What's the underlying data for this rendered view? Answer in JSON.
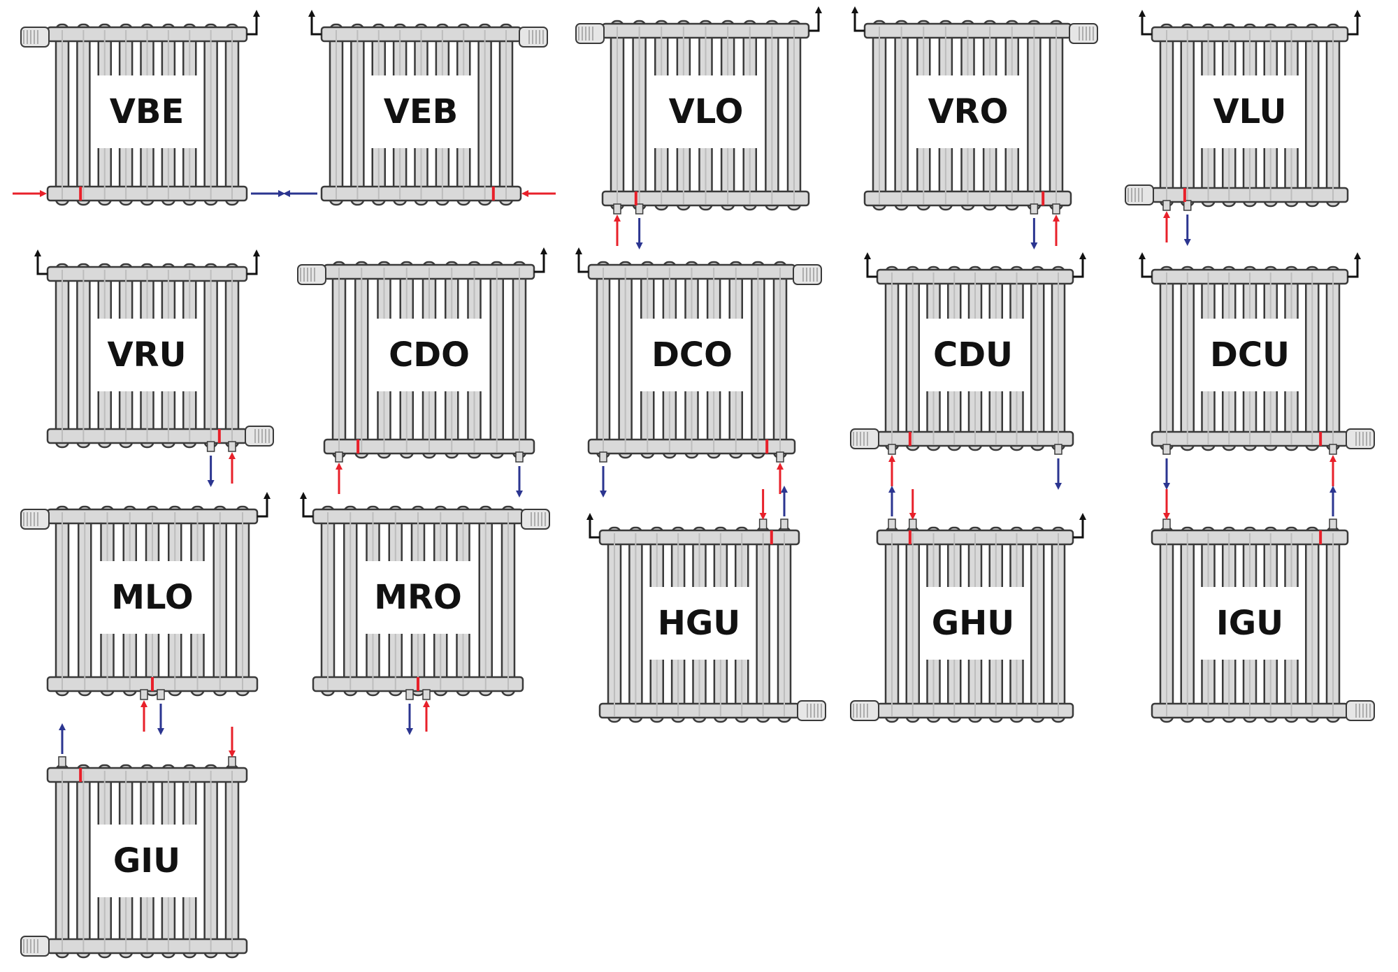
{
  "colors": {
    "radiator_fill": "#d9d9d9",
    "outline": "#3a3a3a",
    "label_box": "#ffffff",
    "label_text": "#111111",
    "supply_arrow": "#e8202a",
    "return_arrow": "#2b3590",
    "valve_marker": "#e8202a",
    "vent": "#111111"
  },
  "diagrams": [
    {
      "label": "VBE",
      "thermostat": "top-left",
      "vent": "top-right",
      "connections": [
        {
          "pos": "left-side",
          "role": "supply"
        },
        {
          "pos": "right-side",
          "role": "return"
        }
      ],
      "valve": "left"
    },
    {
      "label": "VEB",
      "thermostat": "top-right",
      "vent": "top-left",
      "connections": [
        {
          "pos": "right-side",
          "role": "supply"
        },
        {
          "pos": "left-side",
          "role": "return"
        }
      ],
      "valve": "right"
    },
    {
      "label": "VLO",
      "thermostat": "top-left",
      "vent": "top-right",
      "connections": [
        {
          "pos": "bottom-left",
          "role": "supply"
        },
        {
          "pos": "bottom-left-2",
          "role": "return"
        }
      ],
      "valve": "left"
    },
    {
      "label": "VRO",
      "thermostat": "top-right",
      "vent": "top-left",
      "connections": [
        {
          "pos": "bottom-right-2",
          "role": "return"
        },
        {
          "pos": "bottom-right",
          "role": "supply"
        }
      ],
      "valve": "right"
    },
    {
      "label": "VLU",
      "thermostat": "bottom-left",
      "vent": "top-left,top-right",
      "connections": [
        {
          "pos": "bottom-left",
          "role": "supply"
        },
        {
          "pos": "bottom-left-2",
          "role": "return"
        }
      ],
      "valve": "left"
    },
    {
      "label": "VRU",
      "thermostat": "bottom-right",
      "vent": "top-left,top-right",
      "connections": [
        {
          "pos": "bottom-right-2",
          "role": "return"
        },
        {
          "pos": "bottom-right",
          "role": "supply"
        }
      ],
      "valve": "right"
    },
    {
      "label": "CDO",
      "thermostat": "top-left",
      "vent": "top-right",
      "connections": [
        {
          "pos": "bottom-left",
          "role": "supply"
        },
        {
          "pos": "bottom-right",
          "role": "return"
        }
      ],
      "valve": "left"
    },
    {
      "label": "DCO",
      "thermostat": "top-right",
      "vent": "top-left",
      "connections": [
        {
          "pos": "bottom-left",
          "role": "return"
        },
        {
          "pos": "bottom-right",
          "role": "supply"
        }
      ],
      "valve": "right"
    },
    {
      "label": "CDU",
      "thermostat": "bottom-left",
      "vent": "top-left,top-right",
      "connections": [
        {
          "pos": "bottom-left",
          "role": "supply"
        },
        {
          "pos": "bottom-right",
          "role": "return"
        }
      ],
      "valve": "left"
    },
    {
      "label": "DCU",
      "thermostat": "bottom-right",
      "vent": "top-left,top-right",
      "connections": [
        {
          "pos": "bottom-left",
          "role": "return"
        },
        {
          "pos": "bottom-right",
          "role": "supply"
        }
      ],
      "valve": "right"
    },
    {
      "label": "MLO",
      "thermostat": "top-left",
      "vent": "top-right",
      "connections": [
        {
          "pos": "bottom-middle-left",
          "role": "supply"
        },
        {
          "pos": "bottom-middle-right",
          "role": "return"
        }
      ],
      "valve": "middle"
    },
    {
      "label": "MRO",
      "thermostat": "top-right",
      "vent": "top-left",
      "connections": [
        {
          "pos": "bottom-middle-left",
          "role": "return"
        },
        {
          "pos": "bottom-middle-right",
          "role": "supply"
        }
      ],
      "valve": "middle"
    },
    {
      "label": "HGU",
      "thermostat": "bottom-right",
      "vent": "top-left",
      "connections": [
        {
          "pos": "top-right-2",
          "role": "supply"
        },
        {
          "pos": "top-right",
          "role": "return"
        }
      ],
      "valve": "right-top"
    },
    {
      "label": "GHU",
      "thermostat": "bottom-left",
      "vent": "top-right",
      "connections": [
        {
          "pos": "top-left",
          "role": "return"
        },
        {
          "pos": "top-left-2",
          "role": "supply"
        }
      ],
      "valve": "left-top"
    },
    {
      "label": "IGU",
      "thermostat": "bottom-right",
      "vent": "none",
      "connections": [
        {
          "pos": "top-left",
          "role": "supply"
        },
        {
          "pos": "top-right",
          "role": "return"
        }
      ],
      "valve": "right-top"
    },
    {
      "label": "GIU",
      "thermostat": "bottom-left",
      "vent": "none",
      "connections": [
        {
          "pos": "top-left",
          "role": "return"
        },
        {
          "pos": "top-right",
          "role": "supply"
        }
      ],
      "valve": "left-top"
    }
  ]
}
